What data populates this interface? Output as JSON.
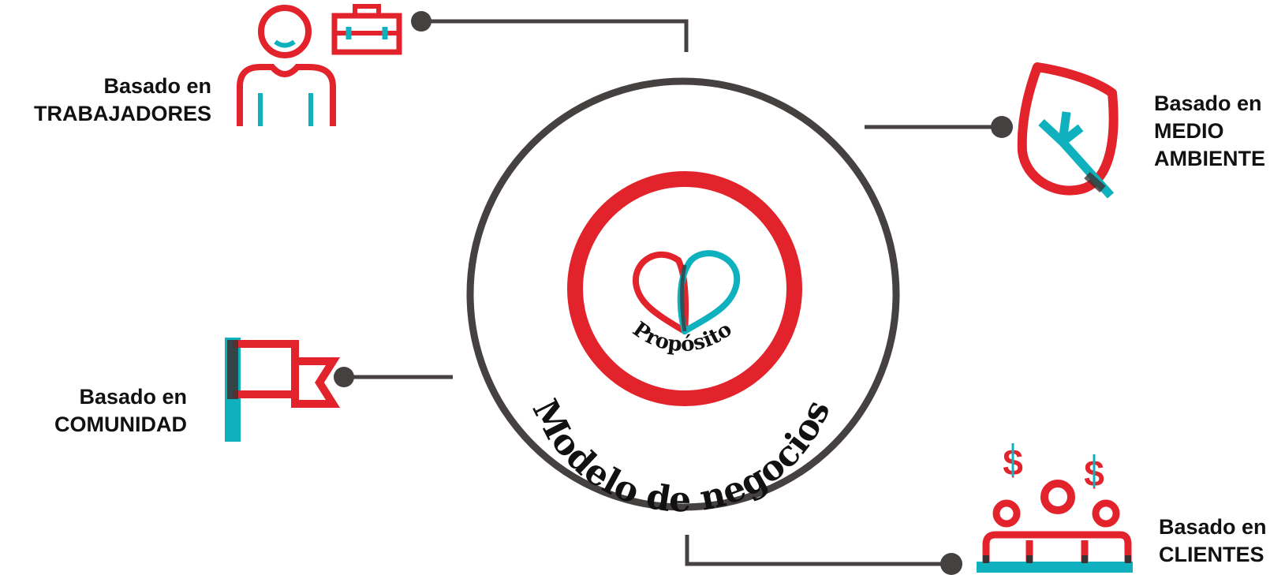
{
  "diagram": {
    "center": {
      "outer_label": "Modelo de negocios",
      "inner_label": "Propósito",
      "heart_icon": "heart-icon"
    },
    "nodes": [
      {
        "id": "trabajadores",
        "icon": "worker-with-briefcase-icon",
        "line1": "Basado en",
        "line2": "TRABAJADORES",
        "line3": ""
      },
      {
        "id": "medio-ambiente",
        "icon": "leaf-icon",
        "line1": "Basado en",
        "line2": "MEDIO",
        "line3": "AMBIENTE"
      },
      {
        "id": "comunidad",
        "icon": "flag-icon",
        "line1": "Basado en",
        "line2": "COMUNIDAD",
        "line3": ""
      },
      {
        "id": "clientes",
        "icon": "customers-with-dollar-icon",
        "line1": "Basado en",
        "line2": "CLIENTES",
        "line3": ""
      }
    ]
  },
  "colors": {
    "red": "#e3232b",
    "teal": "#0fb1bf",
    "dark": "#454140",
    "text": "#111111"
  }
}
